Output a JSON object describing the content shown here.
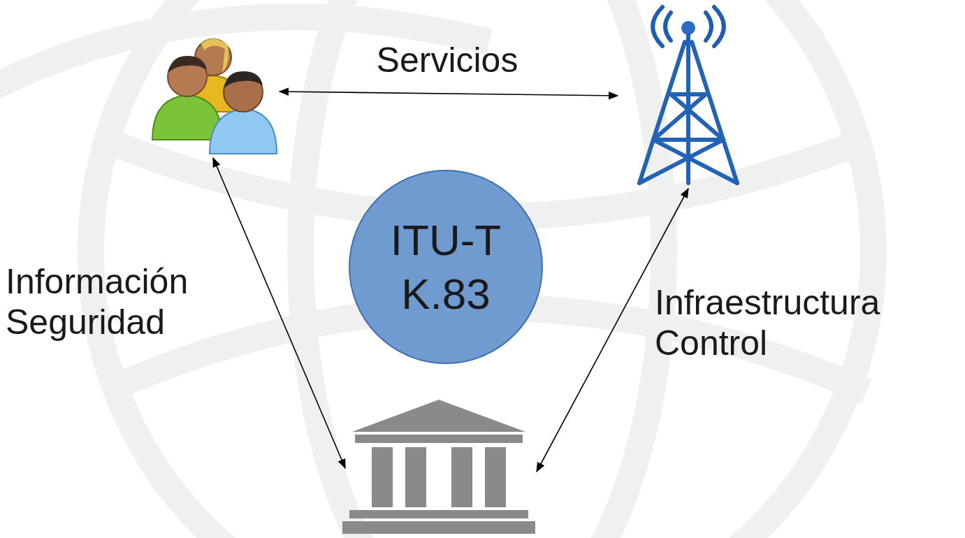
{
  "diagram": {
    "nodes": [
      {
        "text": [
          "ITU-T K.83"
        ]
      }
    ],
    "labels": [
      "Servicios",
      "Información Seguridad",
      "Infraestructura Control"
    ]
  }
}
